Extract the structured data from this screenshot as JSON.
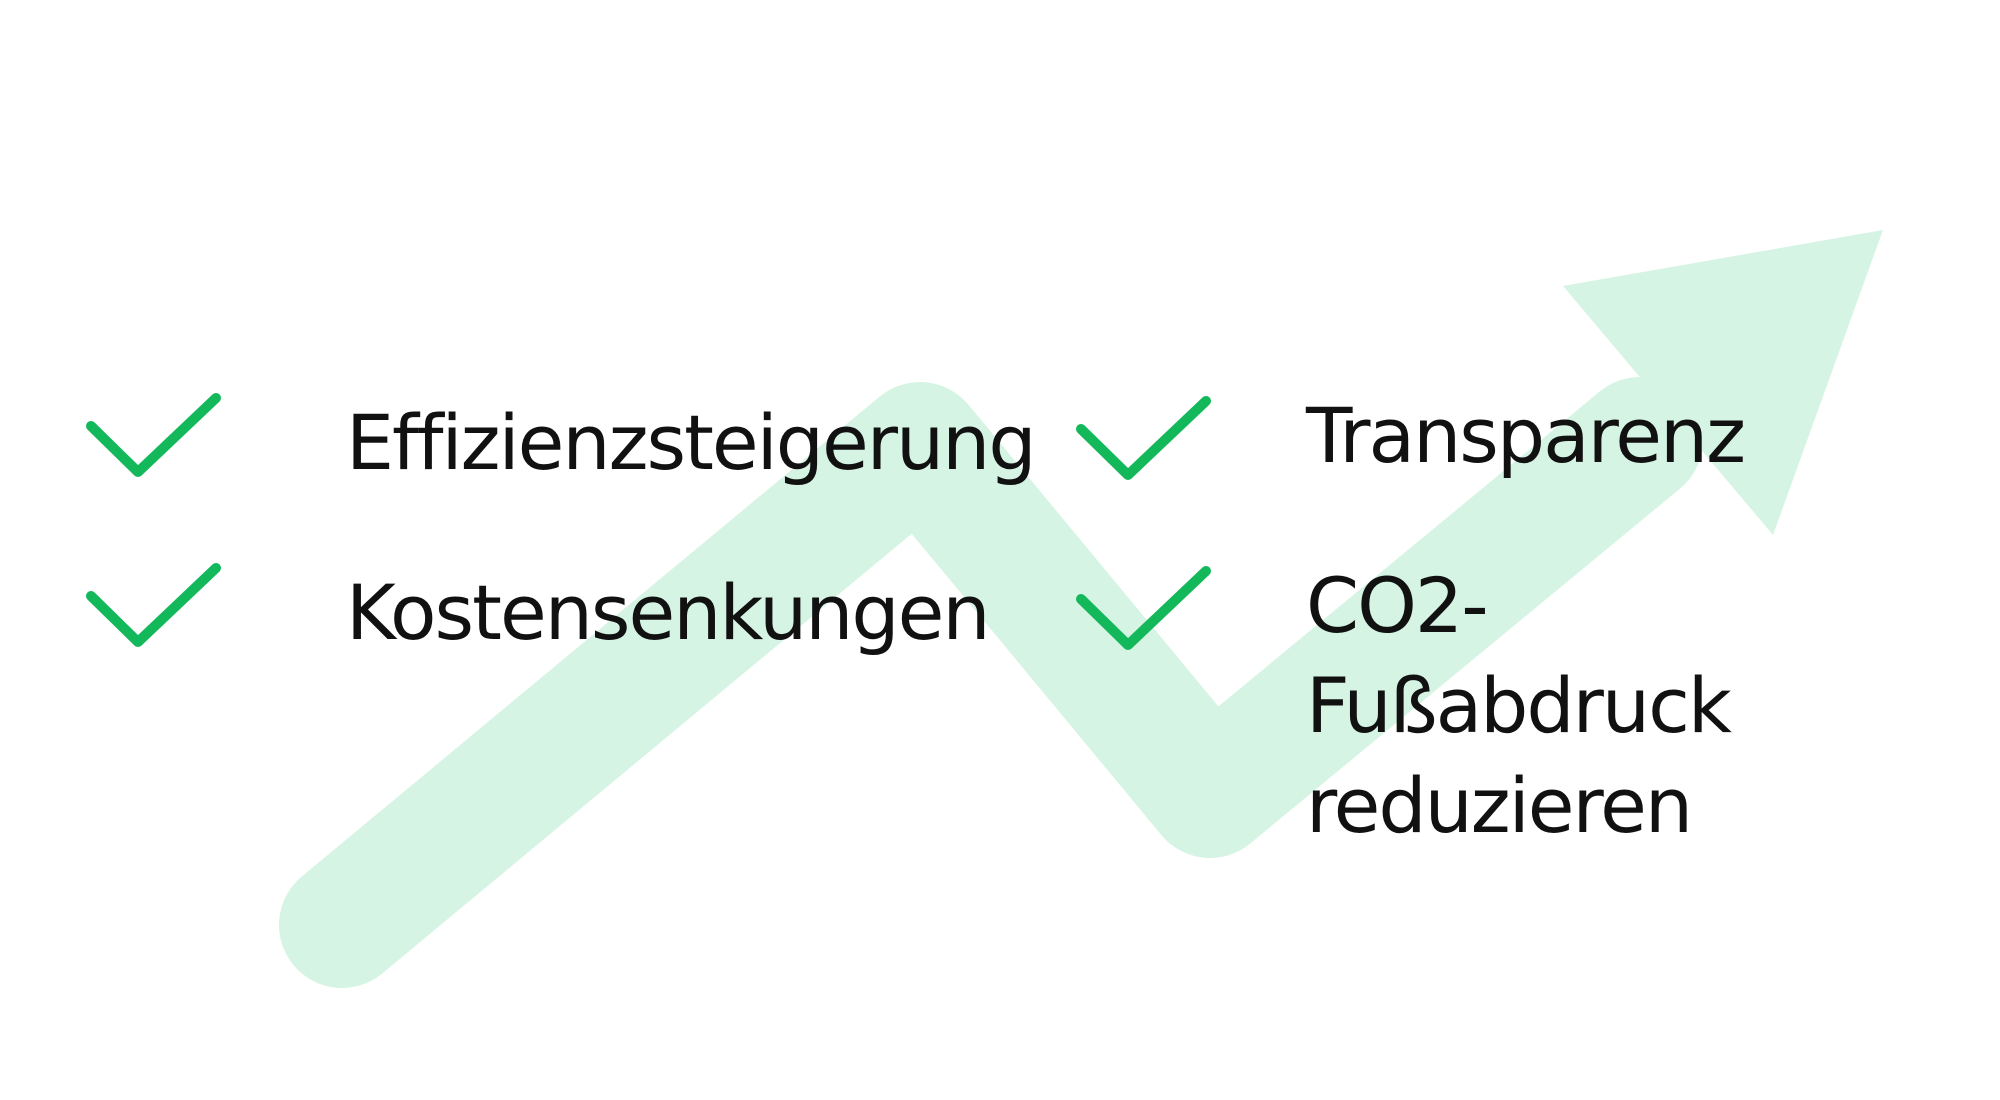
{
  "colors": {
    "arrow": "#d6f4e4",
    "check": "#13b85a",
    "text": "#111111"
  },
  "items": [
    {
      "label": "Effizienzsteigerung",
      "icon": "checkmark-icon"
    },
    {
      "label": "Kostensenkungen",
      "icon": "checkmark-icon"
    },
    {
      "label": "Transparenz",
      "icon": "checkmark-icon"
    },
    {
      "label": "CO2-Fußabdruck reduzieren",
      "icon": "checkmark-icon"
    }
  ]
}
